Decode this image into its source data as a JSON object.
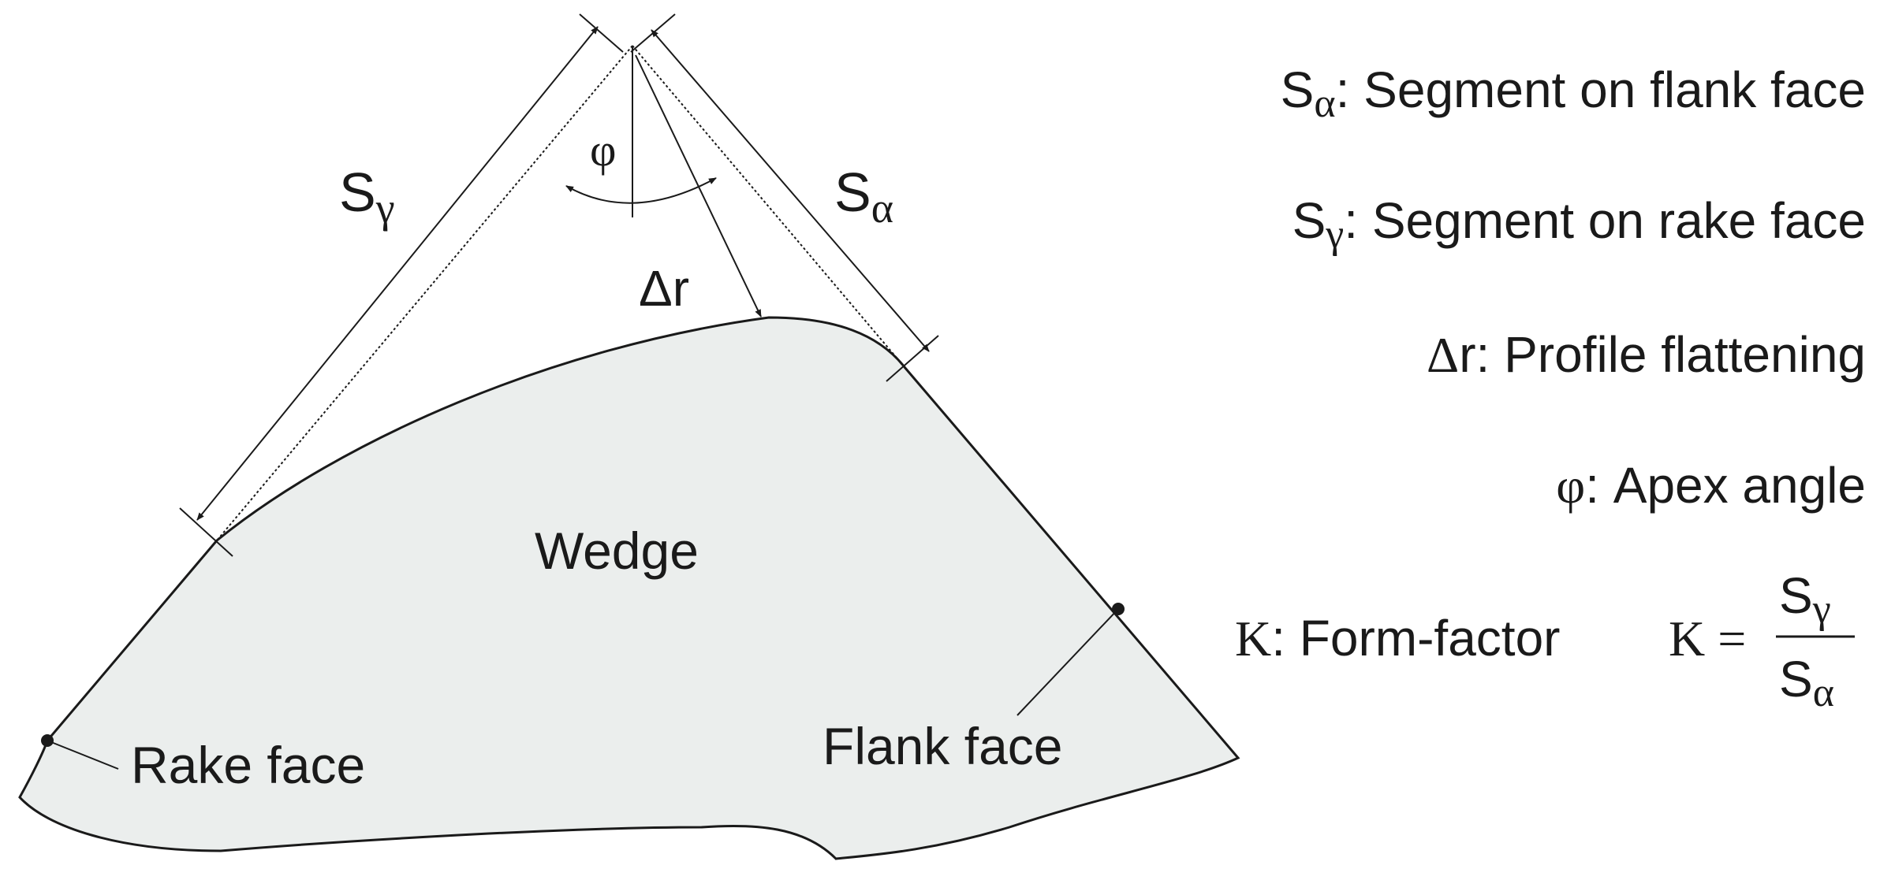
{
  "diagram": {
    "labels": {
      "s_gamma": {
        "base": "S",
        "sub": "γ"
      },
      "s_alpha": {
        "base": "S",
        "sub": "α"
      },
      "phi": "φ",
      "delta_r": "Δr",
      "wedge": "Wedge",
      "rake_face": "Rake face",
      "flank_face": "Flank face"
    },
    "colors": {
      "wedge_fill": "#ebeeed",
      "line": "#1a1a1a"
    }
  },
  "legend": {
    "s_alpha": {
      "symbol": "S",
      "sub": "α",
      "text": ": Segment on flank face"
    },
    "s_gamma": {
      "symbol": "S",
      "sub": "γ",
      "text": ": Segment on rake face"
    },
    "delta_r": {
      "symbol": "Δ",
      "tail": "r",
      "text": ": Profile flattening"
    },
    "phi": {
      "symbol": "φ",
      "text": ": Apex angle"
    },
    "form_factor": {
      "symbol": "K",
      "text": ": Form-factor",
      "formula_lhs": "K =",
      "numerator": {
        "base": "S",
        "sub": "γ"
      },
      "denominator": {
        "base": "S",
        "sub": "α"
      }
    }
  }
}
